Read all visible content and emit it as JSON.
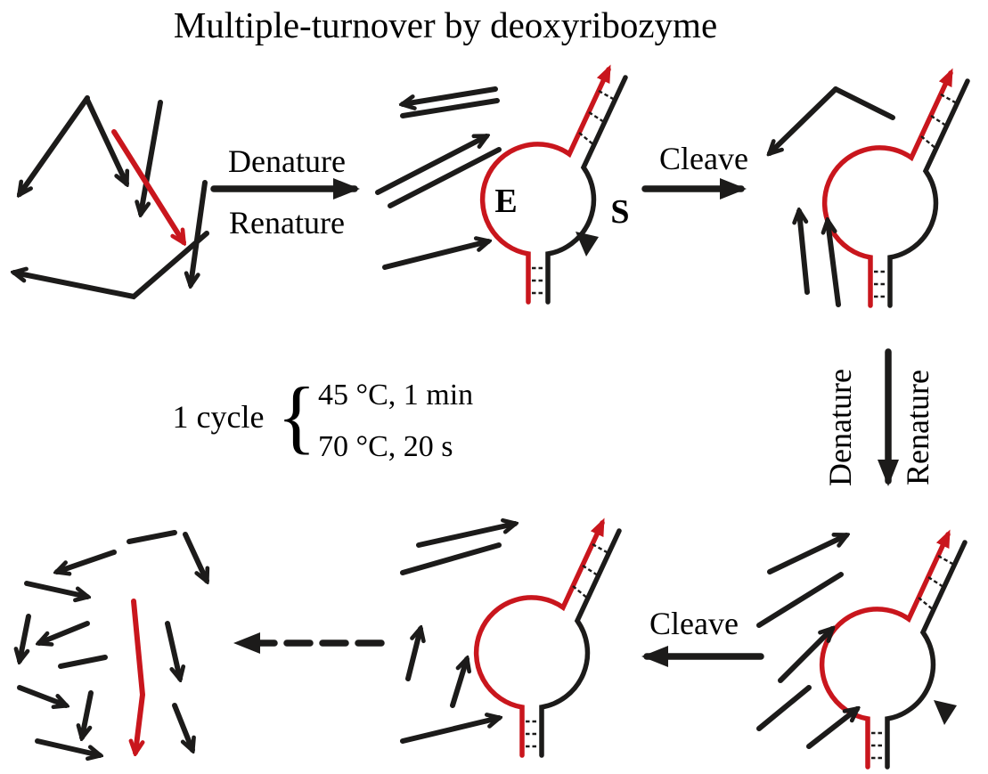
{
  "title": "Multiple-turnover by deoxyribozyme",
  "labels": {
    "denature_h": "Denature",
    "renature_h": "Renature",
    "cleave_top": "Cleave",
    "cleave_bottom": "Cleave",
    "denature_v": "Denature",
    "renature_v": "Renature",
    "enzyme": "E",
    "substrate": "S"
  },
  "cycle": {
    "label": "1 cycle",
    "brace": "{",
    "step1": "45 °C, 1 min",
    "step2": "70 °C, 20 s"
  },
  "colors": {
    "strand_black": "#1c1b1a",
    "strand_red": "#c9161d",
    "bg": "#ffffff"
  }
}
